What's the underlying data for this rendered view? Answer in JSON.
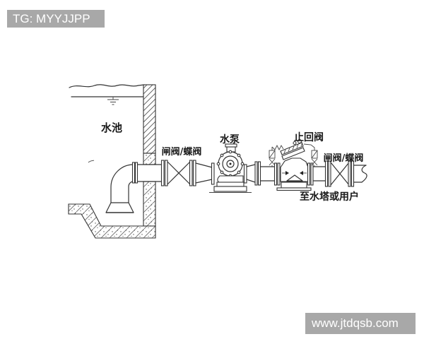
{
  "watermarks": {
    "top_left": "TG: MYYJJPP",
    "bottom_right": "www.jtdqsb.com"
  },
  "diagram": {
    "labels": {
      "tank": "水池",
      "inlet_valve": "闸阀/蝶阀",
      "pump": "水泵",
      "check_valve": "止回阀",
      "outlet_valve": "闸阀/蝶阀",
      "destination": "至水塔或用户"
    },
    "colors": {
      "background": "#ffffff",
      "line": "#333333",
      "label_text": "#1a1a1a",
      "watermark_bg": "#a8a8a8",
      "watermark_text": "#ffffff"
    }
  }
}
